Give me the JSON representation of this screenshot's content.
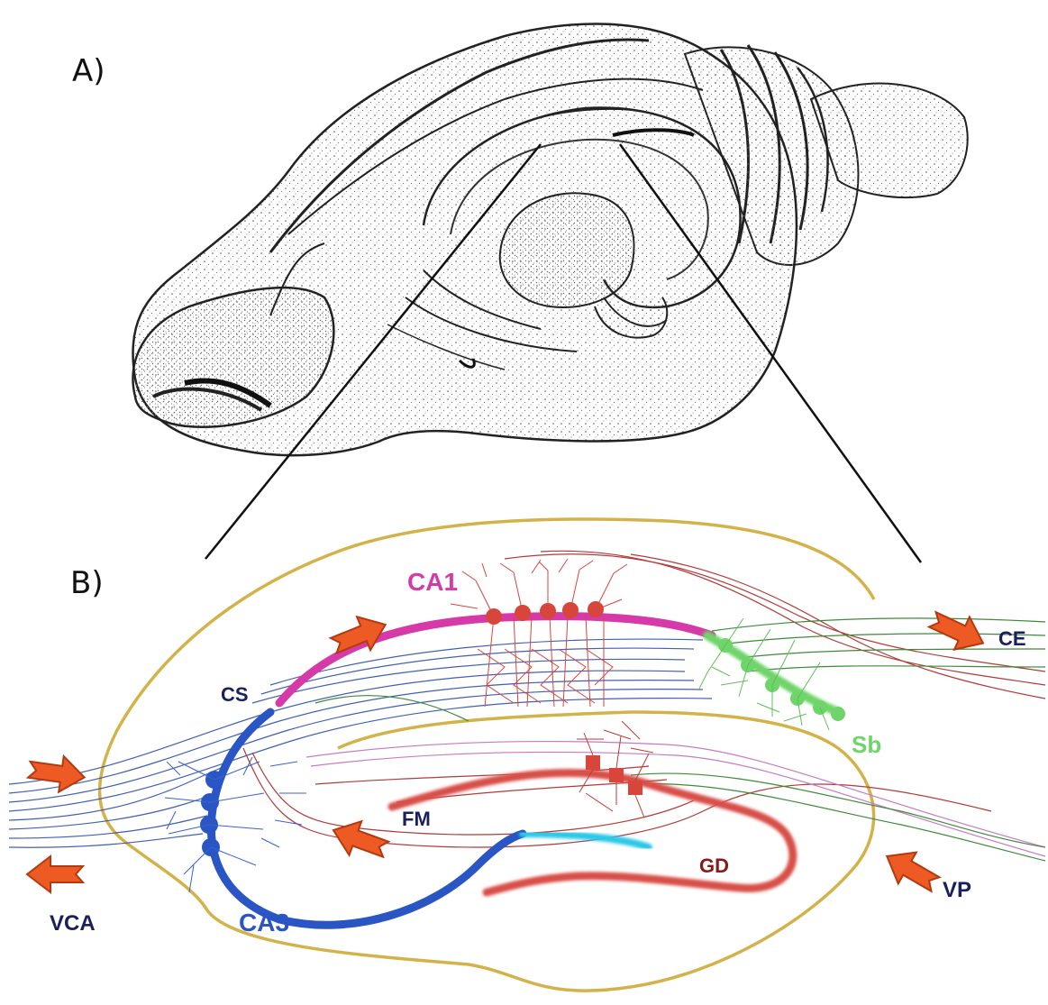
{
  "panels": {
    "a": "A)",
    "b": "B)"
  },
  "labels": {
    "ca1": "CA1",
    "ca3": "CA3",
    "cs": "CS",
    "sb": "Sb",
    "fm": "FM",
    "gd": "GD",
    "ce": "CE",
    "vp": "VP",
    "vca": "VCA"
  },
  "colors": {
    "outline": "#d4b24a",
    "ca1": "#d63aa8",
    "ca3": "#2a55c4",
    "sb": "#6fd46a",
    "gd": "#d8504a",
    "cyan": "#2cc8e8",
    "arrow": "#ee5a24",
    "navy": "#1a1f5e",
    "red_neuron": "#d8453a",
    "fibre_red": "#b23a3a",
    "fibre_green": "#3f8a3a",
    "fibre_blue": "#2d4fa8",
    "fibre_pink": "#c77ac2"
  }
}
